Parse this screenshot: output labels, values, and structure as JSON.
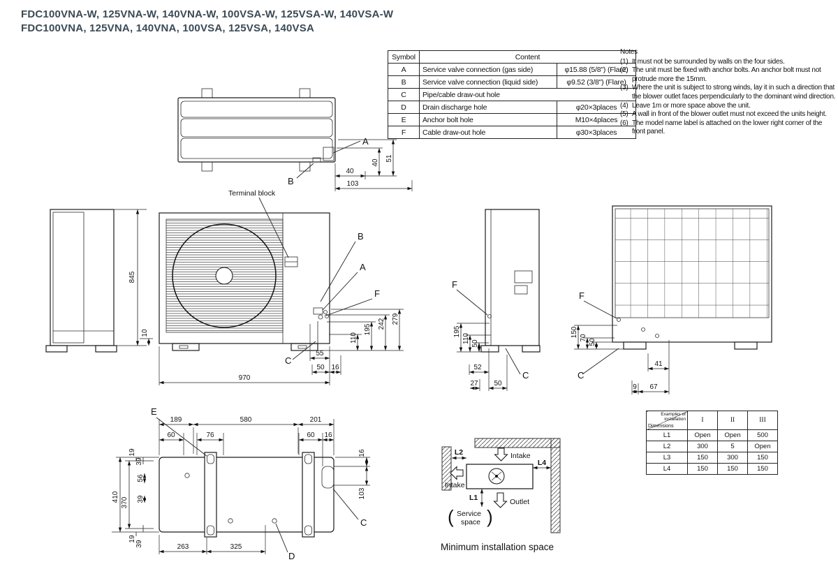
{
  "title": {
    "line1": "FDC100VNA-W, 125VNA-W, 140VNA-W, 100VSA-W, 125VSA-W, 140VSA-W",
    "line2": "FDC100VNA, 125VNA, 140VNA, 100VSA, 125VSA, 140VSA"
  },
  "symbol_table": {
    "header_symbol": "Symbol",
    "header_content": "Content",
    "rows": [
      {
        "symbol": "A",
        "desc": "Service valve connection (gas side)",
        "spec": "φ15.88 (5/8\") (Flare)"
      },
      {
        "symbol": "B",
        "desc": "Service valve connection (liquid side)",
        "spec": "φ9.52 (3/8\") (Flare)"
      },
      {
        "symbol": "C",
        "desc": "Pipe/cable draw-out hole",
        "spec": ""
      },
      {
        "symbol": "D",
        "desc": "Drain discharge hole",
        "spec": "φ20×3places"
      },
      {
        "symbol": "E",
        "desc": "Anchor bolt hole",
        "spec": "M10×4places"
      },
      {
        "symbol": "F",
        "desc": "Cable draw-out hole",
        "spec": "φ30×3places"
      }
    ]
  },
  "notes": {
    "heading": "Notes",
    "items": [
      {
        "num": "(1)",
        "text": "It must not be surrounded by walls on the four sides."
      },
      {
        "num": "(2)",
        "text": "The unit must be fixed with anchor bolts. An anchor bolt must not protrude more the 15mm."
      },
      {
        "num": "(3)",
        "text": "Where the unit is subject to strong winds, lay it in such a direction that the blower outlet faces perpendicularly to the dominant wind direction."
      },
      {
        "num": "(4)",
        "text": "Leave 1m or more space above the unit."
      },
      {
        "num": "(5)",
        "text": "A wall in front of the blower outlet must not exceed the units height."
      },
      {
        "num": "(6)",
        "text": "The model name label is attached on the lower right corner of the front panel."
      }
    ]
  },
  "top_view": {
    "a": "A",
    "b": "B",
    "d40h": "40",
    "d103": "103",
    "d40v": "40",
    "d51": "51"
  },
  "front_view": {
    "terminal": "Terminal block",
    "a": "A",
    "b": "B",
    "c": "C",
    "f": "F",
    "d845": "845",
    "d10": "10",
    "d970": "970",
    "d55": "55",
    "d50": "50",
    "d16": "16",
    "d110": "110",
    "d195": "195",
    "d242": "242",
    "d279": "279"
  },
  "side_view": {
    "f": "F",
    "c": "C",
    "d195": "195",
    "d110": "110",
    "d50a": "50",
    "d52": "52",
    "d27": "27",
    "d50b": "50"
  },
  "back_view": {
    "f": "F",
    "c": "C",
    "d150": "150",
    "d70": "70",
    "d50": "50",
    "d41": "41",
    "d9": "9",
    "d67": "67"
  },
  "bottom_view": {
    "e": "E",
    "d": "D",
    "c": "C",
    "d189": "189",
    "d580": "580",
    "d201": "201",
    "d60a": "60",
    "d76": "76",
    "d60b": "60",
    "d16a": "16",
    "d19a": "19",
    "d39a": "39",
    "d56": "56",
    "d39b": "39",
    "d410": "410",
    "d370": "370",
    "d19b": "19",
    "d39c": "39",
    "d263": "263",
    "d325": "325",
    "d16b": "16",
    "d103": "103"
  },
  "install_space": {
    "l1": "L1",
    "l2": "L2",
    "l4": "L4",
    "intake_top": "Intake",
    "intake_side": "Intake",
    "outlet": "Outlet",
    "service1": "Service",
    "service2": "space",
    "po": "(",
    "pc": ")",
    "caption": "Minimum installation space"
  },
  "install_table": {
    "corner_top": "Examples of installation",
    "corner_bottom": "Dimensions",
    "col_headers": [
      "I",
      "II",
      "III"
    ],
    "rows": [
      {
        "dim": "L1",
        "v1": "Open",
        "v2": "Open",
        "v3": "500"
      },
      {
        "dim": "L2",
        "v1": "300",
        "v2": "5",
        "v3": "Open"
      },
      {
        "dim": "L3",
        "v1": "150",
        "v2": "300",
        "v3": "150"
      },
      {
        "dim": "L4",
        "v1": "150",
        "v2": "150",
        "v3": "150"
      }
    ]
  }
}
